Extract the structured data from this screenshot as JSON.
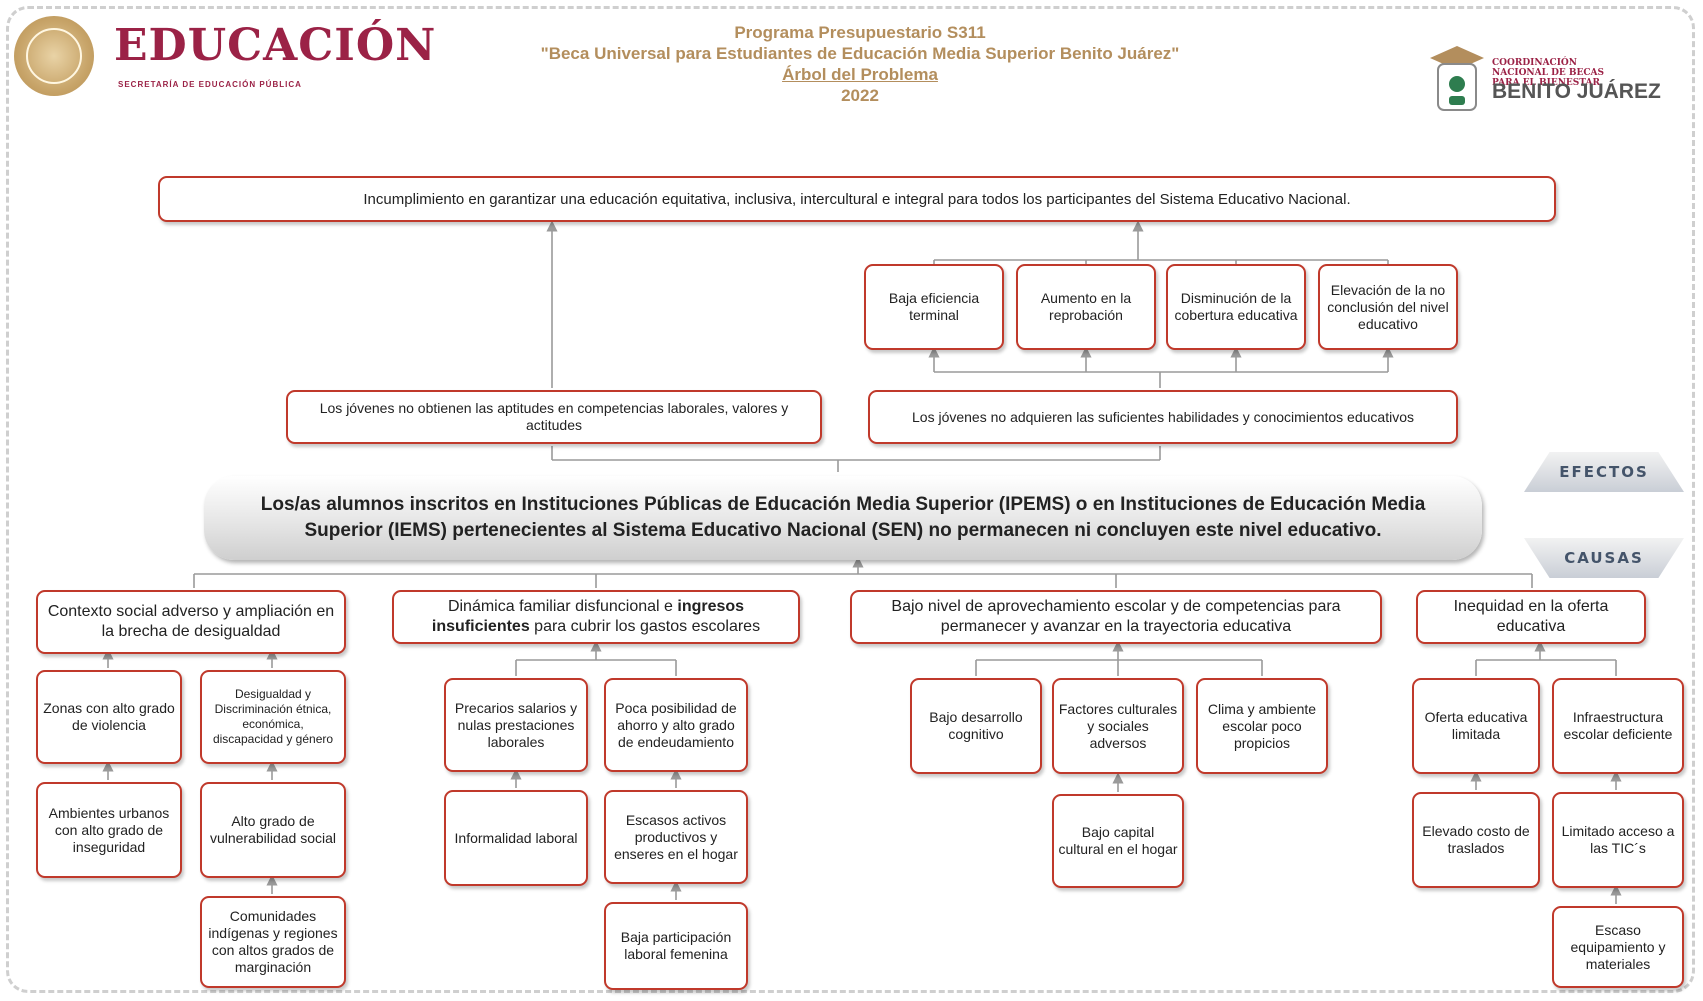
{
  "header": {
    "org_name": "EDUCACIÓN",
    "org_subtitle": "SECRETARÍA DE EDUCACIÓN PÚBLICA",
    "program_line": "Programa Presupuestario S311",
    "program_name": "\"Beca Universal para Estudiantes de Educación Media Superior Benito Juárez\"",
    "diagram_title": "Árbol del Problema",
    "year": "2022",
    "right_logo_small": "COORDINACIÓN NACIONAL DE BECAS PARA EL BIENESTAR",
    "right_logo_big": "BENITO JUÁREZ"
  },
  "labels": {
    "effects": "EFECTOS",
    "causes": "CAUSAS"
  },
  "effects": {
    "top": "Incumplimiento en garantizar una educación equitativa, inclusiva, intercultural e integral para todos los participantes del Sistema Educativo Nacional.",
    "mid_left": "Los jóvenes no obtienen las aptitudes en competencias laborales, valores y actitudes",
    "mid_right": "Los jóvenes no adquieren las suficientes habilidades y conocimientos educativos",
    "sub": [
      "Baja eficiencia terminal",
      "Aumento en la reprobación",
      "Disminución de la cobertura educativa",
      "Elevación de la no conclusión del nivel educativo"
    ]
  },
  "problem": "Los/as alumnos inscritos en Instituciones Públicas de Educación Media Superior (IPEMS) o en Instituciones de Educación Media Superior (IEMS) pertenecientes al Sistema Educativo Nacional (SEN) no permanecen ni concluyen este nivel educativo.",
  "causes": {
    "c1": "Contexto social adverso y ampliación en la brecha de desigualdad",
    "c1_a": "Zonas con alto grado de violencia",
    "c1_a2": "Ambientes urbanos con alto grado de inseguridad",
    "c1_b": "Desigualdad y Discriminación étnica, económica, discapacidad y género",
    "c1_b2": "Alto grado de vulnerabilidad social",
    "c1_b3": "Comunidades indígenas y regiones con altos grados de marginación",
    "c2_pre": "Dinámica familiar disfuncional e ",
    "c2_bold": "ingresos insuficientes",
    "c2_post": " para cubrir los gastos escolares",
    "c2_a": "Precarios salarios y nulas prestaciones laborales",
    "c2_a2": "Informalidad laboral",
    "c2_b": "Poca posibilidad de ahorro y alto grado de endeudamiento",
    "c2_b2": "Escasos activos productivos y enseres en el hogar",
    "c2_b3": "Baja participación laboral femenina",
    "c3": "Bajo nivel de aprovechamiento escolar y de competencias para permanecer y avanzar en la trayectoria educativa",
    "c3_a": "Bajo desarrollo cognitivo",
    "c3_b": "Factores culturales y sociales adversos",
    "c3_b2": "Bajo capital cultural en el hogar",
    "c3_c": "Clima y ambiente escolar poco propicios",
    "c4": "Inequidad en la oferta educativa",
    "c4_a": "Oferta educativa limitada",
    "c4_a2": "Elevado costo de traslados",
    "c4_b": "Infraestructura escolar deficiente",
    "c4_b2": "Limitado acceso a las TIC´s",
    "c4_b3": "Escaso equipamiento y materiales"
  },
  "colors": {
    "box_border": "#c0392b",
    "brand": "#9b2246",
    "gold": "#b38e5d",
    "connector": "#9a9a9a"
  }
}
